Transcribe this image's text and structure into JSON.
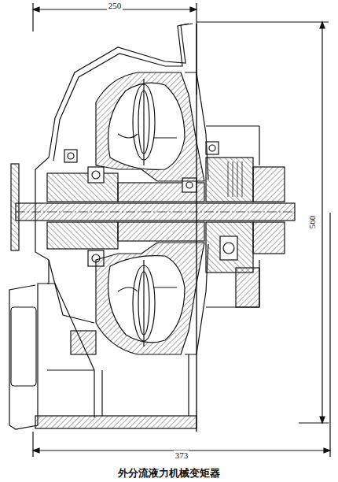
{
  "diagram": {
    "caption": "外分流液力机械变矩器",
    "labels": [
      "250",
      "373",
      "560"
    ]
  }
}
